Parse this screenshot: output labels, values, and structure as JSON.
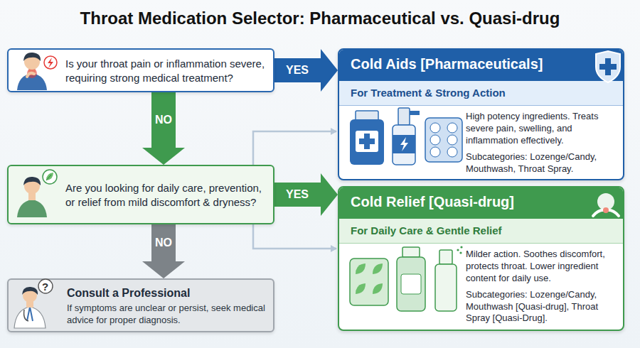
{
  "diagram": {
    "title": "Throat Medication Selector: Pharmaceutical vs. Quasi-drug",
    "nodes": [
      {
        "text": [
          "Is your throat pain or inflammation severe, requiring strong medical treatment?"
        ]
      },
      {
        "text": [
          "Cold Aids [Pharmaceuticals]",
          "For Treatment & Strong Action",
          "High potency ingredients. Treats severe pain, swelling, and inflammation effectively.",
          "Subcategories: Lozenge/Candy, Mouthwash, Throat Spray."
        ]
      },
      {
        "text": [
          "Are you looking for daily care, prevention, or relief from mild discomfort & dryness?"
        ]
      },
      {
        "text": [
          "Cold Relief [Quasi-drug]",
          "For Daily Care & Gentle Relief",
          "Milder action. Soothes discomfort, protects throat. Lower ingredient content for daily use.",
          "Subcategories: Lozenge/Candy, Mouthwash [Quasi-drug], Throat Spray [Quasi-Drug]."
        ]
      },
      {
        "text": [
          "Consult a Professional",
          "If symptoms are unclear or persist, seek medical advice for proper diagnosis."
        ]
      }
    ],
    "edges": [
      {
        "from": 0,
        "to": 1,
        "label": "YES",
        "arrow": "to"
      },
      {
        "from": 0,
        "to": 2,
        "label": "NO",
        "arrow": "to"
      },
      {
        "from": 2,
        "to": 3,
        "label": "YES",
        "arrow": "to"
      },
      {
        "from": 2,
        "to": 4,
        "label": "NO",
        "arrow": "to"
      },
      {
        "from": 2,
        "to": 1,
        "arrow": "to"
      },
      {
        "from": 2,
        "to": 3,
        "arrow": "to"
      }
    ],
    "labels": [
      "?"
    ]
  }
}
